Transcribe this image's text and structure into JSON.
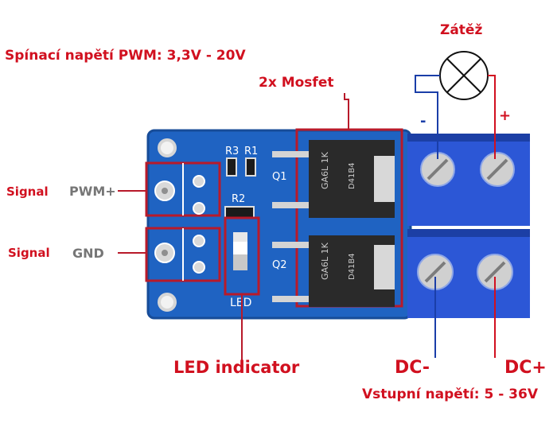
{
  "labels": {
    "pwm_voltage": "Spínací napětí PWM: 3,3V - 20V",
    "mosfet": "2x Mosfet",
    "load": "Zátěž",
    "signal_pwm_prefix": "Signal",
    "signal_pwm": "PWM+",
    "signal_gnd_prefix": "Signal",
    "signal_gnd": "GND",
    "led_indicator": "LED indicator",
    "dc_minus": "DC-",
    "dc_plus": "DC+",
    "input_voltage": "Vstupní napětí: 5 - 36V",
    "terminal_minus": "-",
    "terminal_plus": "+"
  },
  "board_silkscreen": {
    "r3": "R3",
    "r1": "R1",
    "r2": "R2",
    "q1": "Q1",
    "q2": "Q2",
    "led": "LED",
    "mosfet_marking_top": "GA6L 1K",
    "mosfet_code_top": "D41B4",
    "mosfet_marking_bottom": "GA6L 1K",
    "mosfet_code_bottom": "D41B4"
  },
  "colors": {
    "annotation_red": "#d1101f",
    "pcb_blue": "#1f63c2",
    "terminal_blue": "#2c57d6",
    "wire_blue": "#1a3ea8"
  }
}
